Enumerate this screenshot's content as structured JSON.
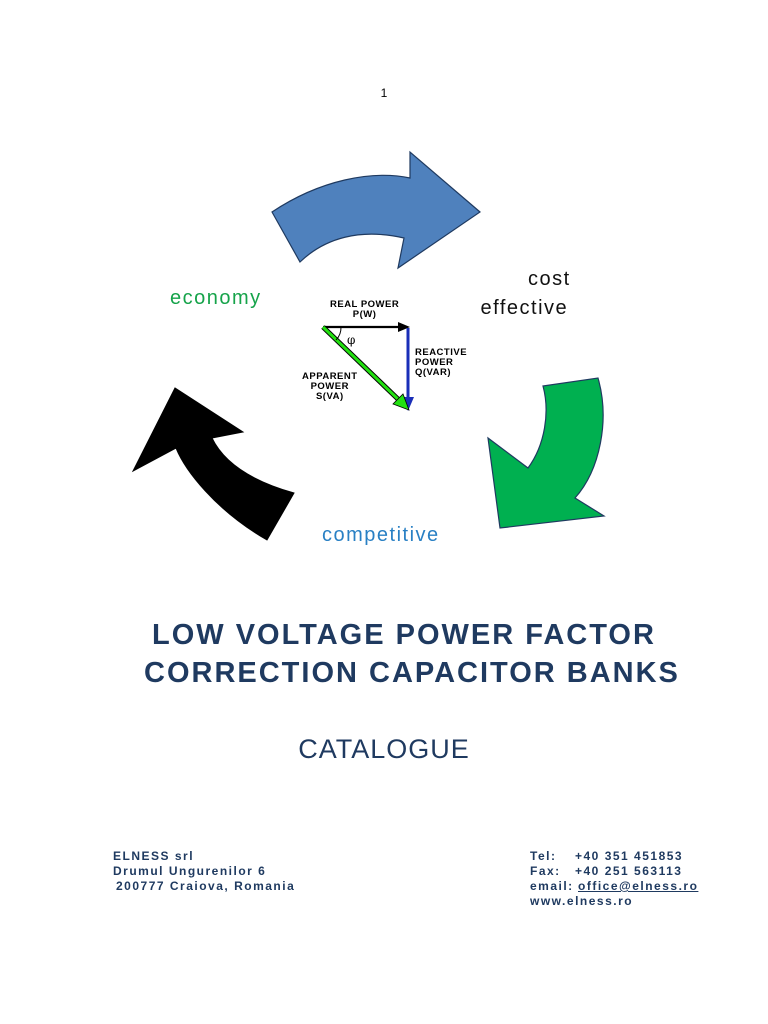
{
  "page_number": "1",
  "cycle": {
    "economy": "economy",
    "cost_effective_line1": "cost",
    "cost_effective_line2": "effective",
    "competitive": "competitive",
    "colors": {
      "blue_arrow": "#4f81bd",
      "green_arrow": "#00b050",
      "black_arrow": "#000000",
      "economy_text": "#16a34a",
      "competitive_text": "#2980c4"
    }
  },
  "power_triangle": {
    "real_power_line1": "REAL POWER",
    "real_power_line2": "P(W)",
    "reactive_power_line1": "REACTIVE",
    "reactive_power_line2": "POWER",
    "reactive_power_line3": "Q(VAR)",
    "apparent_power_line1": "APPARENT",
    "apparent_power_line2": "POWER",
    "apparent_power_line3": "S(VA)",
    "phi": "φ"
  },
  "title_line1": "LOW VOLTAGE POWER FACTOR",
  "title_line2": "CORRECTION CAPACITOR BANKS",
  "subtitle": "CATALOGUE",
  "company": {
    "name": "ELNESS srl",
    "street": "Drumul Ungurenilor 6",
    "city": "200777 Craiova, Romania"
  },
  "contact": {
    "tel_label": "Tel:",
    "tel": "+40 351 451853",
    "fax_label": "Fax:",
    "fax": "+40 251 563113",
    "email_label": "email:",
    "email": "office@elness.ro",
    "website": "www.elness.ro"
  }
}
